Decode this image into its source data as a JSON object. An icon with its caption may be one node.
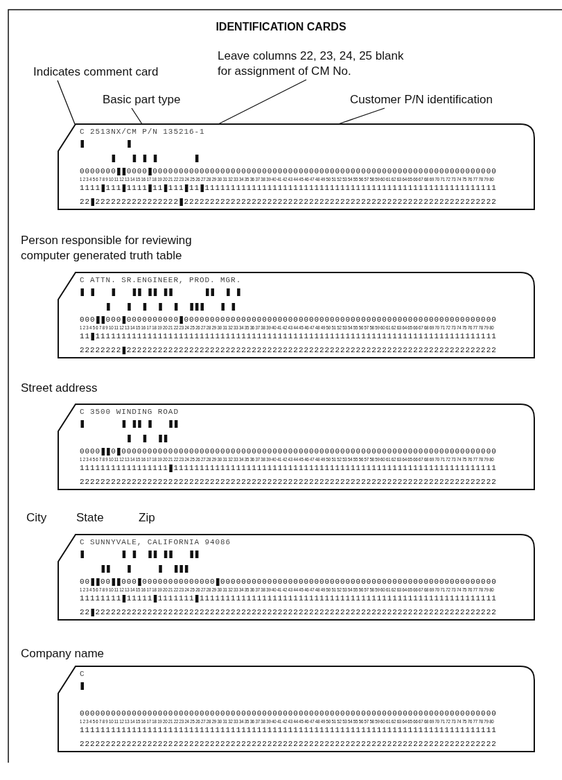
{
  "diagram": {
    "title": "IDENTIFICATION CARDS",
    "nodes": [
      {
        "text": [
          "Indicates comment card"
        ]
      },
      {
        "text": [
          "Basic part type"
        ]
      },
      {
        "text": [
          "Leave columns 22, 23, 24, 25 blank for assignment of CM No."
        ]
      },
      {
        "text": [
          "Customer P/N identification"
        ]
      },
      {
        "text": [
          "C 2513NX/CM P/N 135216-1",
          "0000000  0000 000000000000000000000000000000000000000000000000000000000000000000",
          "1 2 3 4 5 6 7 8 9 10 11 12 13 14 15 16 17 18 19 20 21 22 23 24 25 26 27 28 29 30 31 32 33 34 35 36 37 38 39 40 41 42 43 44 45 46 47 48 49 50 51 52 53 54 55 56 57 58 59 60 61 62 63 64 65 66 67 68 69 70 71 72 73 74 75 76 77 78 79 80",
          "1111 111 1111 11 111 11 11111111111111111111111111111111111111111111111111111111",
          "22 2222222222222222 222222222222222222222222222222222222222222222222222222222222"
        ]
      },
      {
        "text": [
          "C ATTN. SR.ENGINEER, PROD. MGR.",
          "000  000 0000000000 000000000000000000000000000000000000000000000000000000000000",
          "1 2 3 4 5 6 7 8 9 10 11 12 13 14 15 16 17 18 19 20 21 22 23 24 25 26 27 28 29 30 31 32 33 34 35 36 37 38 39 40 41 42 43 44 45 46 47 48 49 50 51 52 53 54 55 56 57 58 59 60 61 62 63 64 65 66 67 68 69 70 71 72 73 74 75 76 77 78 79 80",
          "11 11111111111111111111111111111111111111111111111111111111111111111111111111111",
          "22222222 22222222222222222222222222222222222222222222222222222222222222222222222"
        ]
      },
      {
        "text": [
          "C 3500 WINDING ROAD",
          "0000  0 000000000000000000000000000000000000000000000000000000000000000000000000",
          "1 2 3 4 5 6 7 8 9 10 11 12 13 14 15 16 17 18 19 20 21 22 23 24 25 26 27 28 29 30 31 32 33 34 35 36 37 38 39 40 41 42 43 44 45 46 47 48 49 50 51 52 53 54 55 56 57 58 59 60 61 62 63 64 65 66 67 68 69 70 71 72 73 74 75 76 77 78 79 80",
          "11111111111111111 11111111111111111111111111111111111111111111111111111111111111",
          "22222222222222222222222222222222222222222222222222222222222222222222222222222222"
        ]
      },
      {
        "text": [
          "C SUNNYVALE, CALIFORNIA 94086",
          "00  00  000 00000000000000 00000000000000000000000000000000000000000000000000000",
          "1 2 3 4 5 6 7 8 9 10 11 12 13 14 15 16 17 18 19 20 21 22 23 24 25 26 27 28 29 30 31 32 33 34 35 36 37 38 39 40 41 42 43 44 45 46 47 48 49 50 51 52 53 54 55 56 57 58 59 60 61 62 63 64 65 66 67 68 69 70 71 72 73 74 75 76 77 78 79 80",
          "11111111 11111 1111111 111111111111111111111111111111111111111111111111111111111",
          "22 22222222222222222222222222222222222222222222222222222222222222222222222222222"
        ]
      },
      {
        "text": [
          "C",
          "00000000000000000000000000000000000000000000000000000000000000000000000000000000",
          "1 2 3 4 5 6 7 8 9 10 11 12 13 14 15 16 17 18 19 20 21 22 23 24 25 26 27 28 29 30 31 32 33 34 35 36 37 38 39 40 41 42 43 44 45 46 47 48 49 50 51 52 53 54 55 56 57 58 59 60 61 62 63 64 65 66 67 68 69 70 71 72 73 74 75 76 77 78 79 80",
          "11111111111111111111111111111111111111111111111111111111111111111111111111111111",
          "22222222222222222222222222222222222222222222222222222222222222222222222222222222"
        ]
      }
    ],
    "edges": [
      {
        "from": 0,
        "to": 4,
        "arrow": "none"
      },
      {
        "from": 1,
        "to": 4,
        "arrow": "none"
      },
      {
        "from": 2,
        "to": 4,
        "arrow": "none"
      },
      {
        "from": 3,
        "to": 4,
        "arrow": "none"
      }
    ],
    "labels": [
      "Person responsible for reviewing computer generated truth table",
      "Street address",
      "City",
      "State",
      "Zip",
      "Company name"
    ]
  }
}
